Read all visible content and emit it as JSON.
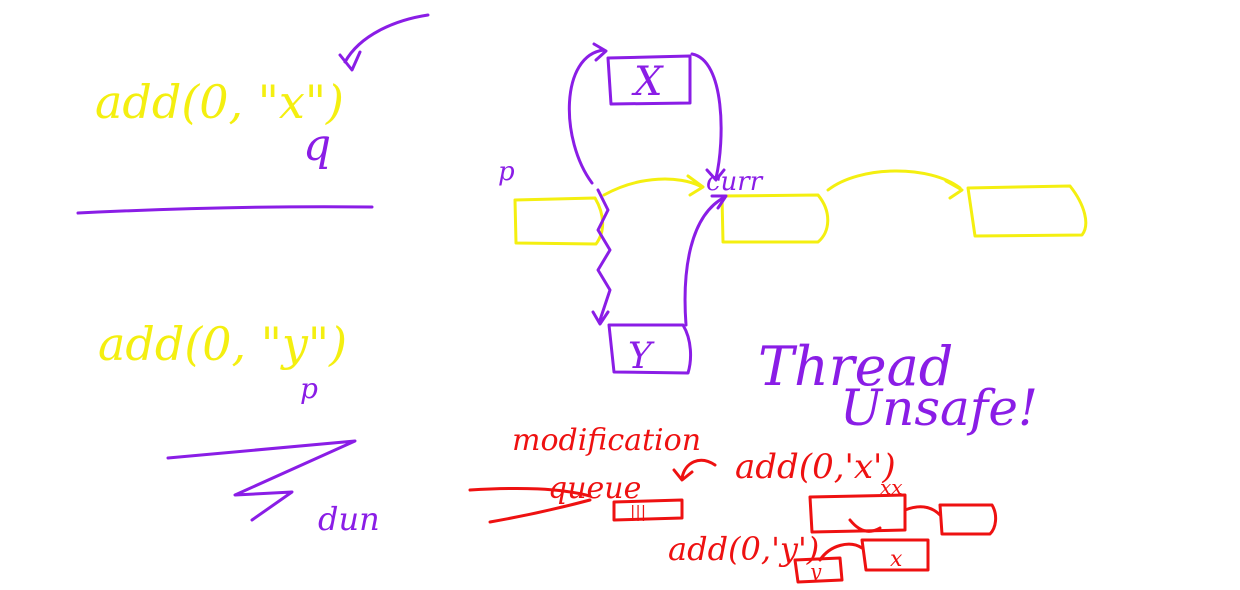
{
  "colors": {
    "yellow": "#f4ef10",
    "purple": "#8a1de6",
    "red": "#ee1111",
    "background": "#ffffff"
  },
  "left": {
    "call_x": "add(0, \"x\")",
    "label_q": "q",
    "call_y": "add(0, \"y\")",
    "label_p": "p",
    "label_done": "dun"
  },
  "list": {
    "label_p": "p",
    "label_curr": "curr",
    "node_x": "X",
    "node_y": "Y"
  },
  "note": {
    "thread": "Thread",
    "unsafe": "Unsafe!"
  },
  "red": {
    "modification": "modification",
    "queue": "queue",
    "queue_box": "|||",
    "add_x": "add(0,'x')",
    "add_y": "add(0,'y')",
    "node_x": "x",
    "node_y": "y",
    "node_top": "xx"
  }
}
